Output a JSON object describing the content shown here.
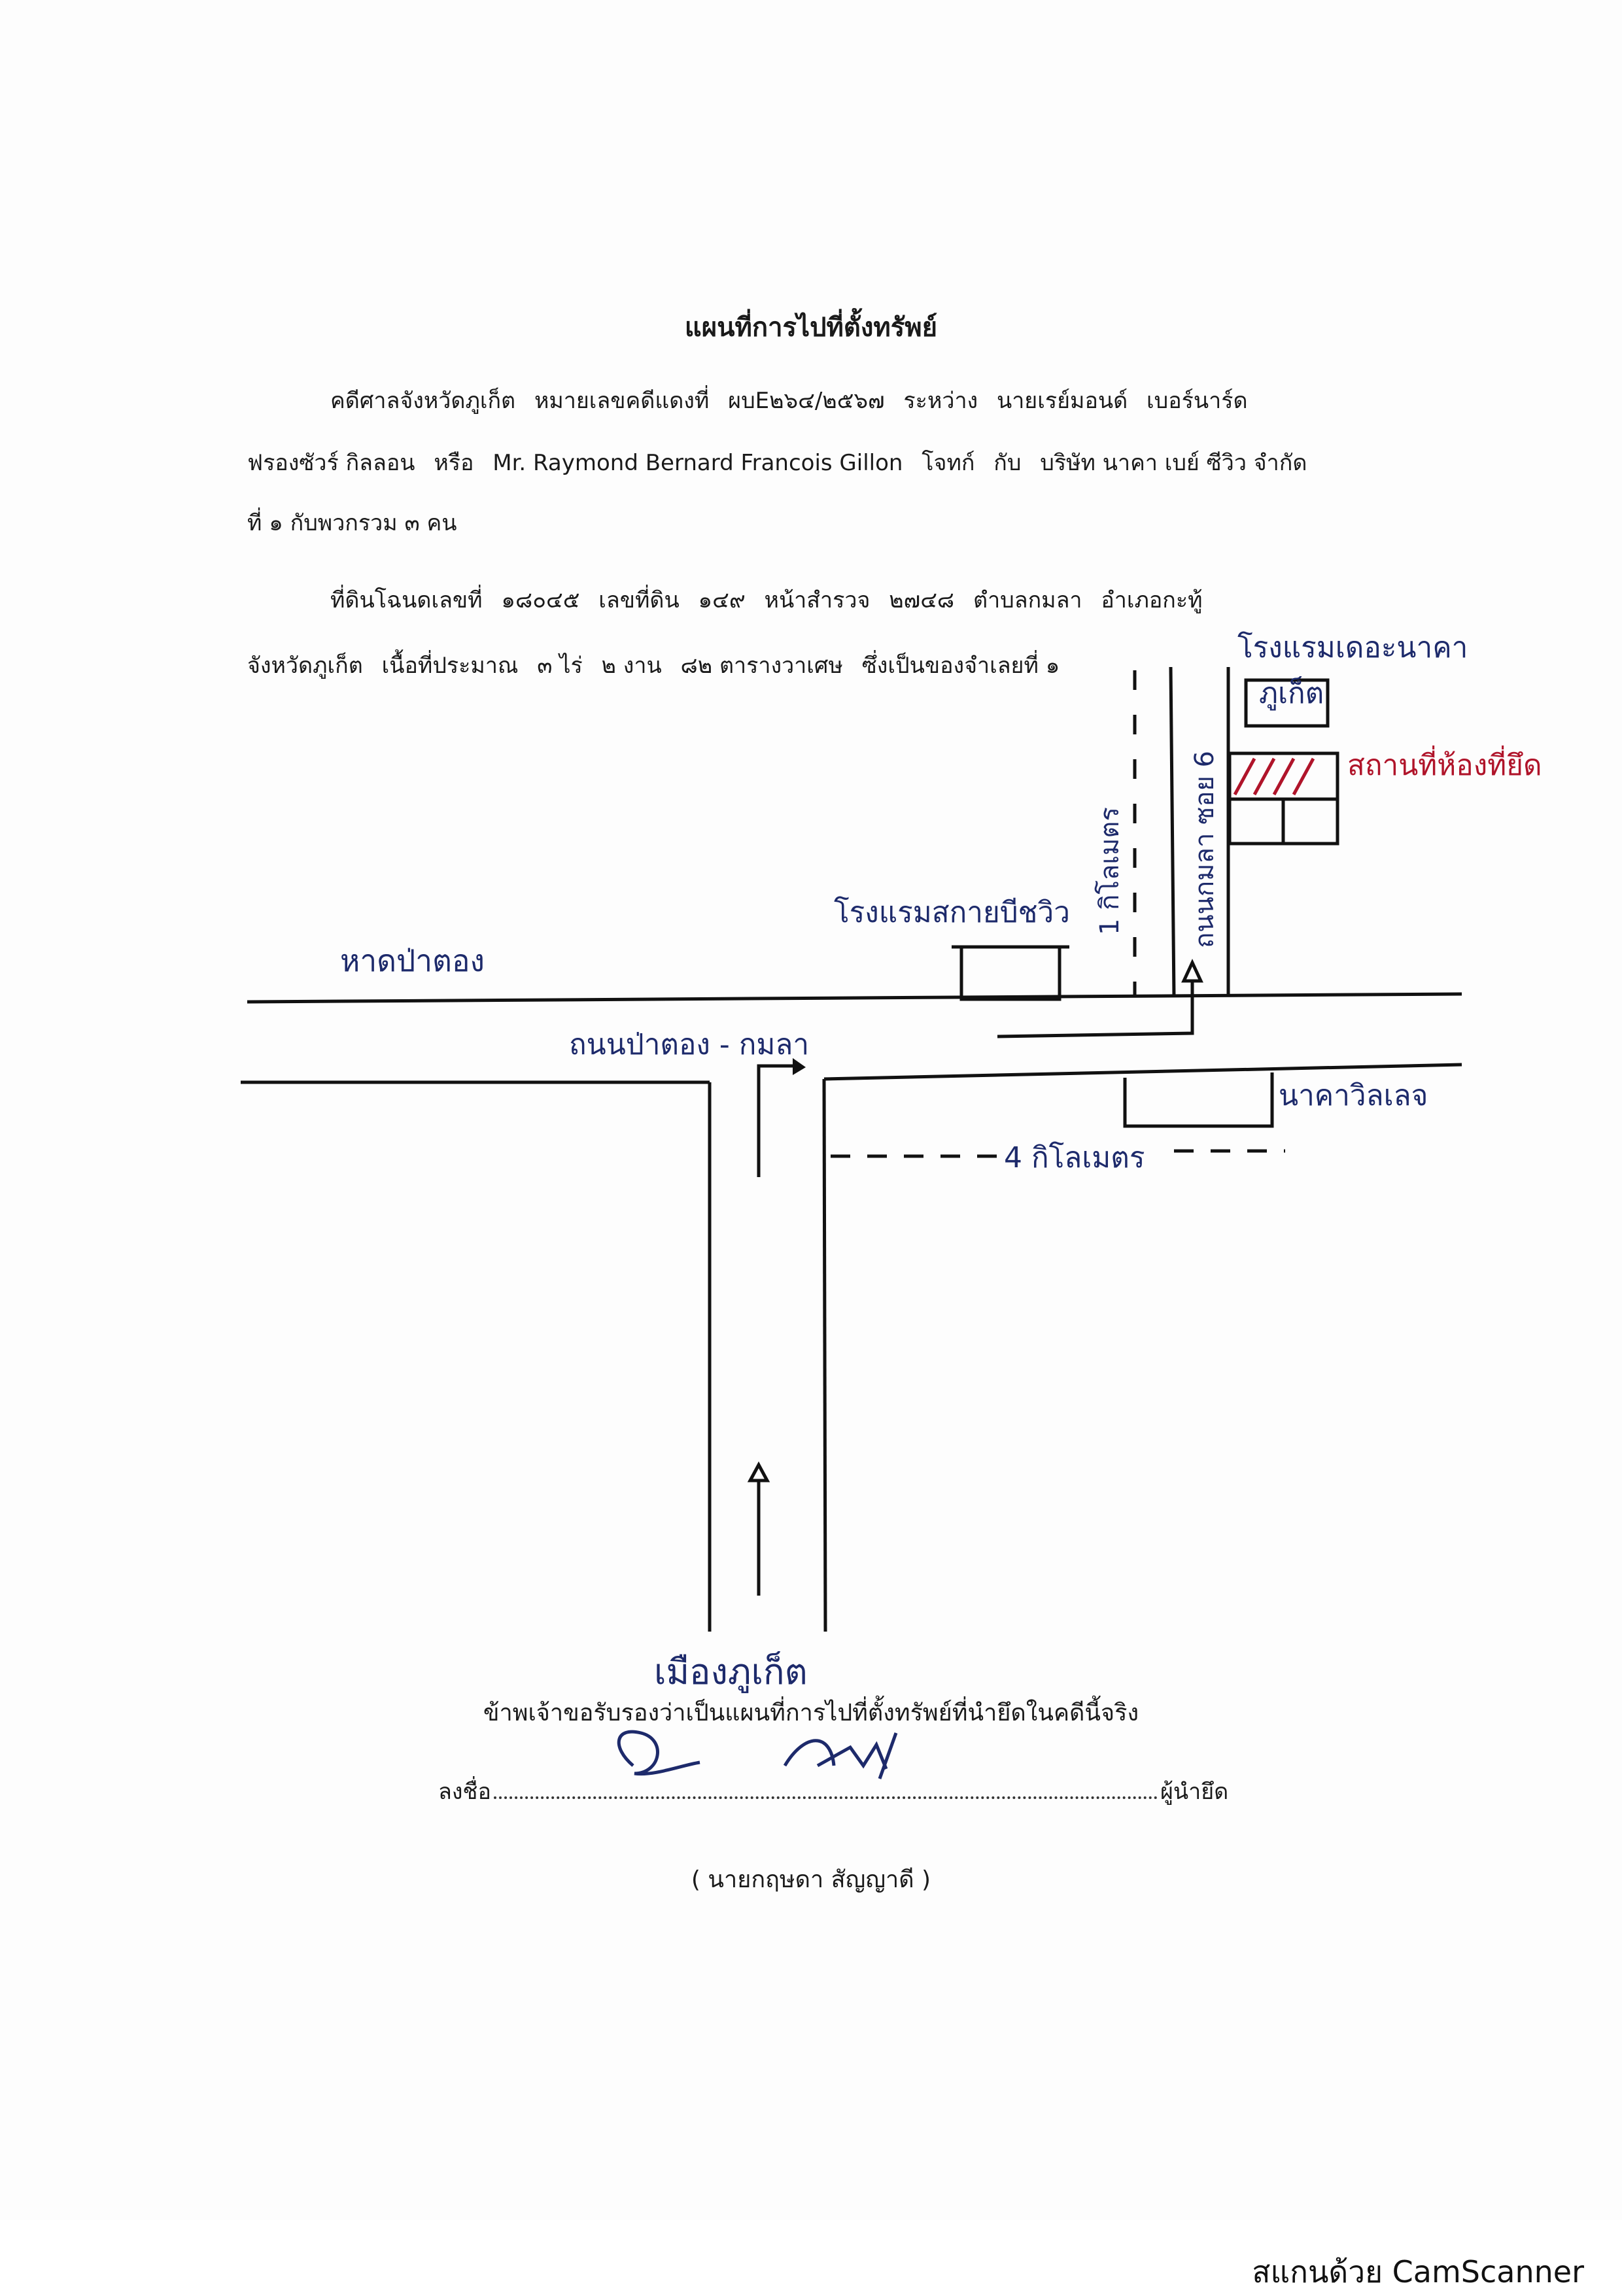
{
  "document": {
    "title": "แผนที่การไปที่ตั้งทรัพย์",
    "case_line": {
      "court": "คดีศาลจังหวัดภูเก็ต",
      "case_no_label": "หมายเลขคดีแดงที่",
      "case_no": "ผบE๒๖๔/๒๕๖๗",
      "between": "ระหว่าง",
      "plaintiff_thai_1": "นายเรย์มอนด์",
      "plaintiff_thai_2": "เบอร์นาร์ด"
    },
    "line2": {
      "plaintiff_thai_3": "ฟรองซัวร์ กิลลอน",
      "or": "หรือ",
      "plaintiff_en": "Mr. Raymond Bernard Francois Gillon",
      "role": "โจทก์",
      "with": "กับ",
      "defendant": "บริษัท นาคา เบย์ ซีวิว จำกัด"
    },
    "line3": "ที่ ๑ กับพวกรวม ๓ คน",
    "line4": {
      "land": "ที่ดินโฉนดเลขที่",
      "land_no": "๑๘๐๔๕",
      "parcel_label": "เลขที่ดิน",
      "parcel_no": "๑๔๙",
      "survey_label": "หน้าสำรวจ",
      "survey_no": "๒๗๔๘",
      "subdistrict": "ตำบลกมลา",
      "district": "อำเภอกะทู้"
    },
    "line5": {
      "province": "จังหวัดภูเก็ต",
      "area_label": "เนื้อที่ประมาณ",
      "rai": "๓ ไร่",
      "ngan": "๒ งาน",
      "wa": "๘๒ ตารางวาเศษ",
      "owner": "ซึ่งเป็นของจำเลยที่ ๑"
    }
  },
  "map": {
    "labels": {
      "hotel_naka": "โรงแรมเดอะนาคา",
      "hotel_naka_2": "ภูเก็ต",
      "property": "สถานที่ห้องที่ยึด",
      "hotel_left": "โรงแรมสกายบีชวิว",
      "beach_patong": "หาดป่าตอง",
      "road_name": "ถนนป่าตอง - กมลา",
      "soi": "ถนนกมลา ซอย 6",
      "dist_1km": "1 กิโลเมตร",
      "nakalay": "นาคาวิลเลจ",
      "dist_4km": "4 กิโลเมตร",
      "phuket_town": "เมืองภูเก็ต"
    },
    "colors": {
      "ink": "#1d2a6b",
      "red_ink": "#b0142a",
      "line": "#111111"
    }
  },
  "footer": {
    "certify": "ข้าพเจ้าขอรับรองว่าเป็นแผนที่การไปที่ตั้งทรัพย์ที่นำยึดในคดีนี้จริง",
    "sign_label": "ลงชื่อ",
    "seizer_label": "ผู้นำยึด",
    "name": "( นายกฤษดา สัญญาดี )"
  },
  "watermark": "สแกนด้วย CamScanner"
}
